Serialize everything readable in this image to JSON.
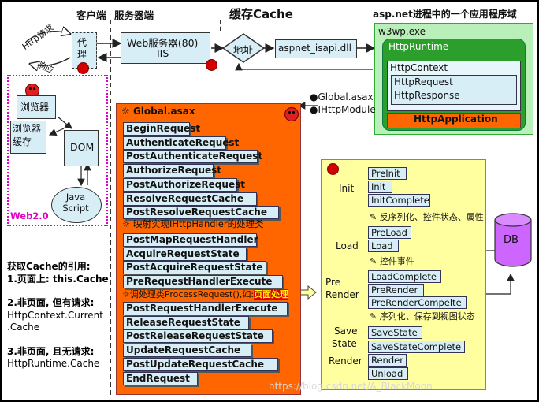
{
  "header": {
    "client": "客户端",
    "server": "服务器端",
    "title": "缓存Cache",
    "appdomain": "asp.net进程中的一个应用程序域"
  },
  "client": {
    "http_request": "Http请求",
    "response": "响应",
    "proxy": "代理",
    "browser": "浏览器",
    "browser_cache": "浏览器缓存",
    "dom": "DOM",
    "javascript": "Java Script",
    "web20": "Web2.0"
  },
  "server": {
    "webserver": "Web服务器(80)",
    "iis": "IIS",
    "address": "地址",
    "isapi": "aspnet_isapi.dll"
  },
  "w3wp": {
    "title": "w3wp.exe",
    "runtime": "HttpRuntime",
    "context": "HttpContext",
    "request": "HttpRequest",
    "response": "HttpResponse",
    "application": "HttpApplication"
  },
  "global_labels": {
    "asax": "●Global.asax",
    "module": "●IHttpModule"
  },
  "pipeline": {
    "title": "Global.asax",
    "events_a": [
      "BeginRequest",
      "AuthenticateRequest",
      "PostAuthenticateRequest",
      "AuthorizeRequest",
      "PostAuthorizeRequest",
      "ResolveRequestCache",
      "PostResolveRequestCache"
    ],
    "note_handler": "映射实现IHttpHandler的处理类",
    "events_b": [
      "PostMapRequestHandler",
      "AcquireRequestState",
      "PostAcquireRequestState",
      "PreRequestHandlerExecute"
    ],
    "note_process_a": "调处理类ProcessRequest(),如:",
    "note_process_b": "页面处理",
    "events_c": [
      "PostRequestHandlerExecute",
      "ReleaseRequestState",
      "PostReleaseRequestState",
      "UpdateRequestCache",
      "PostUpdateRequestCache",
      "EndRequest"
    ]
  },
  "page_lifecycle": {
    "init": "Init",
    "init_items": [
      "PreInit",
      "Init",
      "InitComplete"
    ],
    "note_viewstate": "反序列化、控件状态、属性",
    "load": "Load",
    "load_items": [
      "PreLoad",
      "Load"
    ],
    "note_events": "控件事件",
    "prerender_a": "Pre",
    "prerender_b": "Render",
    "prerender_items": [
      "LoadComplete",
      "PreRender",
      "PreRenderCompelte"
    ],
    "note_save": "序列化、保存到视图状态",
    "savestate_a": "Save",
    "savestate_b": "State",
    "savestate_items": [
      "SaveState",
      "SaveStateComplete"
    ],
    "render": "Render",
    "render_items": [
      "Render",
      "Unload"
    ]
  },
  "db": "DB",
  "cache_notes": [
    "获取Cache的引用:",
    "1.页面上: this.Cache",
    "",
    "2.非页面, 但有请求:",
    "HttpContext.Current",
    ".Cache",
    "",
    "3.非页面, 且无请求:",
    "HttpRuntime.Cache"
  ],
  "watermark": "https://blog.csdn.net/A_BlackMoon",
  "colors": {
    "pipeline_orange": "#ff6600",
    "lifecycle_yellow": "#ffffa0",
    "w3wp_green": "#2b9e2b",
    "pill_blue": "#d7eef7",
    "web20_magenta": "#e000c8"
  }
}
